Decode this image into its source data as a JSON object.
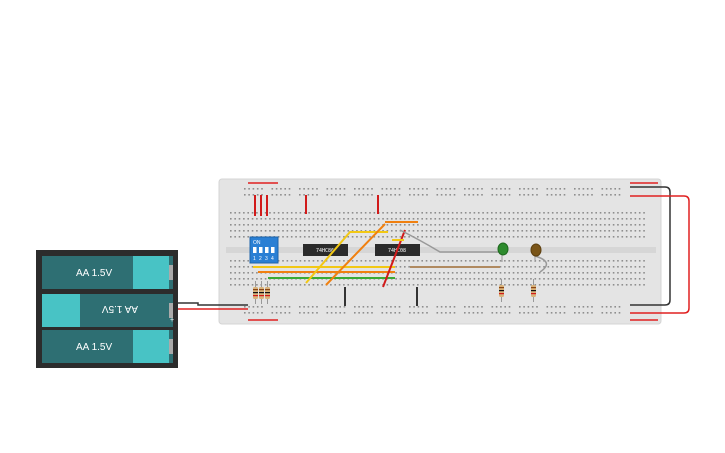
{
  "battery_pack": {
    "cells": [
      {
        "label": "AA 1.5V",
        "flipped": false
      },
      {
        "label": "AA 1.5V",
        "flipped": true
      },
      {
        "label": "AA 1.5V",
        "flipped": false
      }
    ],
    "plus_symbol": "+"
  },
  "dip_switch": {
    "on_label": "ON",
    "positions": [
      "1",
      "2",
      "3",
      "4"
    ]
  },
  "chips": [
    {
      "id": "u1",
      "label": "74HC86"
    },
    {
      "id": "u2",
      "label": "74HC08"
    }
  ],
  "leds": [
    {
      "color": "#2e8b2e"
    },
    {
      "color": "#7a5518"
    }
  ],
  "colors": {
    "breadboard": "#e4e4e4",
    "rail_red": "#e02020",
    "rail_black": "#333333",
    "wire_yellow": "#f2c814",
    "wire_orange": "#f08010",
    "wire_red": "#d11a1a",
    "wire_green": "#3aaa35",
    "wire_gray": "#999999",
    "wire_tan": "#b08a60",
    "battery_body": "#2e6f73",
    "battery_cap": "#48c3c5"
  }
}
